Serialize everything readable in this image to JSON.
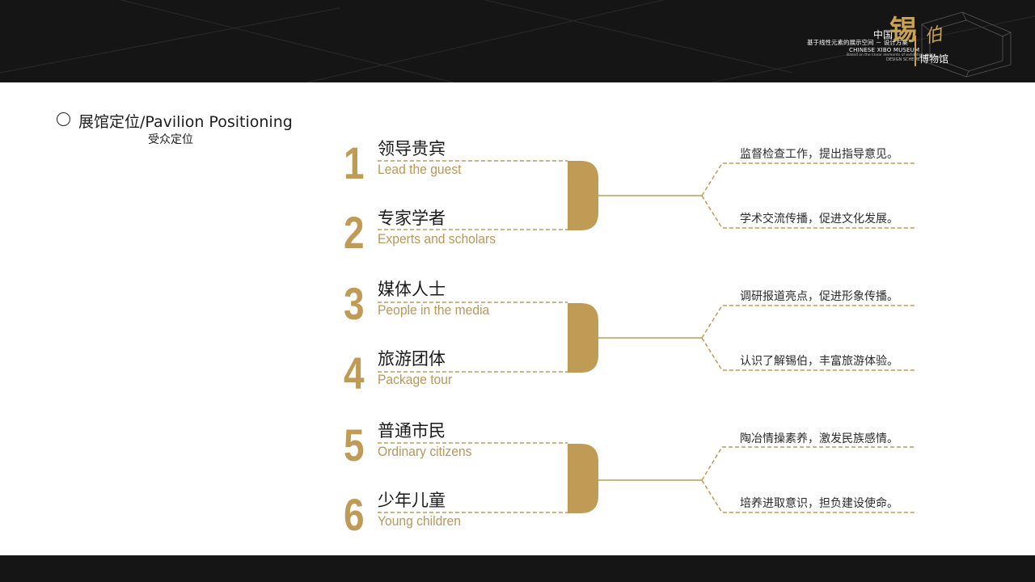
{
  "logo": {
    "china": "中国",
    "subtitle": "基于线性元素的展示空间 － 设计方案",
    "english": "CHINESE XIBO MUSEUM",
    "tiny_line": "Based on the linear elements of exhibition space",
    "design_scheme": "DESIGN SCHEME",
    "big_char_1": "锡",
    "big_char_2": "伯",
    "museum": "博物馆"
  },
  "heading": {
    "title": "展馆定位/Pavilion Positioning",
    "subtitle": "受众定位"
  },
  "audiences": [
    {
      "number": "1",
      "chinese": "领导贵宾",
      "english": "Lead the guest"
    },
    {
      "number": "2",
      "chinese": "专家学者",
      "english": "Experts and scholars"
    },
    {
      "number": "3",
      "chinese": "媒体人士",
      "english": "People in the media"
    },
    {
      "number": "4",
      "chinese": "旅游团体",
      "english": "Package tour"
    },
    {
      "number": "5",
      "chinese": "普通市民",
      "english": "Ordinary citizens"
    },
    {
      "number": "6",
      "chinese": "少年儿童",
      "english": "Young children"
    }
  ],
  "descriptions": [
    "监督检查工作，提出指导意见。",
    "学术交流传播，促进文化发展。",
    "调研报道亮点，促进形象传播。",
    "认识了解锡伯，丰富旅游体验。",
    "陶冶情操素养，激发民族感情。",
    "培养进取意识，担负建设使命。"
  ],
  "colors": {
    "gold": "#bf9b55",
    "bar": "#151515"
  }
}
